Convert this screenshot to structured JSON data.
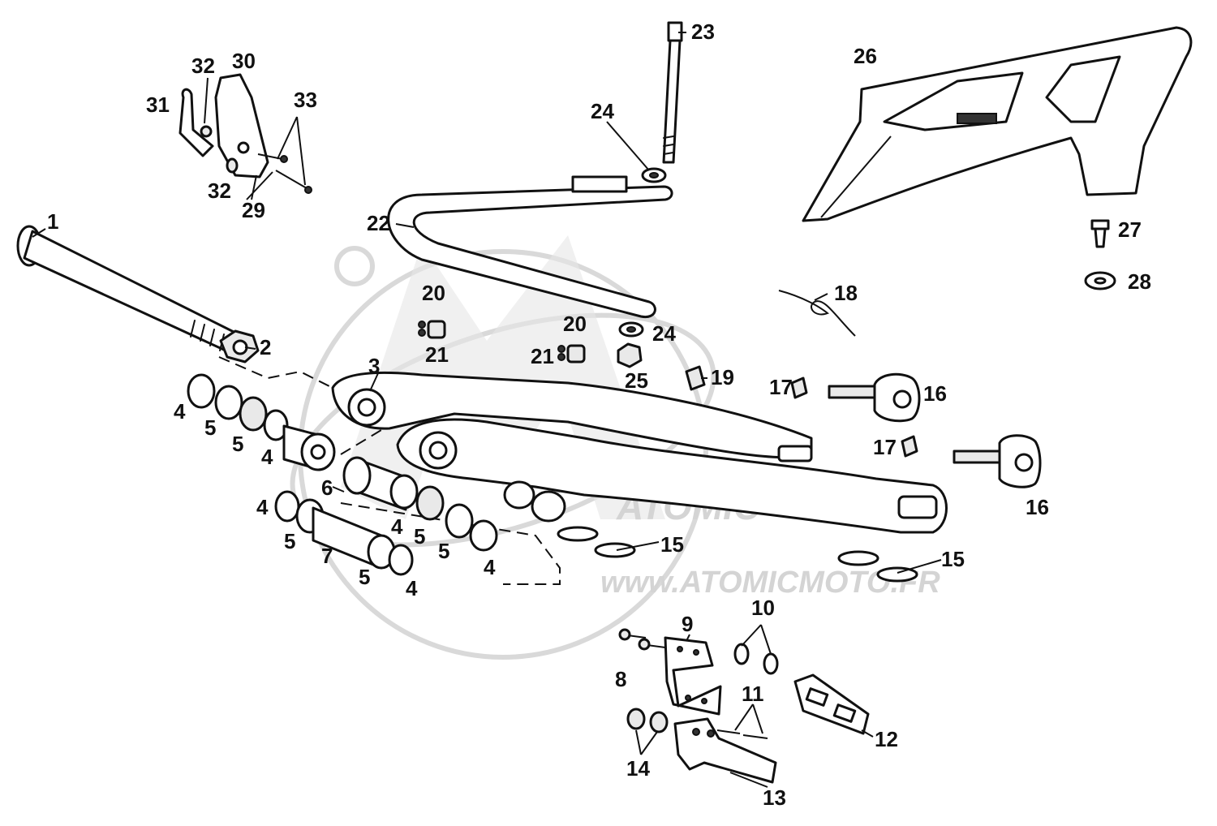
{
  "watermark": {
    "brand": "ATOMIC",
    "url": "www.ATOMICMOTO.FR"
  },
  "parts": [
    {
      "num": "1"
    },
    {
      "num": "2"
    },
    {
      "num": "3"
    },
    {
      "num": "4"
    },
    {
      "num": "5"
    },
    {
      "num": "6"
    },
    {
      "num": "7"
    },
    {
      "num": "8"
    },
    {
      "num": "9"
    },
    {
      "num": "10"
    },
    {
      "num": "11"
    },
    {
      "num": "12"
    },
    {
      "num": "13"
    },
    {
      "num": "14"
    },
    {
      "num": "15"
    },
    {
      "num": "16"
    },
    {
      "num": "17"
    },
    {
      "num": "18"
    },
    {
      "num": "19"
    },
    {
      "num": "20"
    },
    {
      "num": "21"
    },
    {
      "num": "22"
    },
    {
      "num": "23"
    },
    {
      "num": "24"
    },
    {
      "num": "25"
    },
    {
      "num": "26"
    },
    {
      "num": "27"
    },
    {
      "num": "28"
    },
    {
      "num": "29"
    },
    {
      "num": "30"
    },
    {
      "num": "31"
    },
    {
      "num": "32"
    },
    {
      "num": "33"
    }
  ]
}
